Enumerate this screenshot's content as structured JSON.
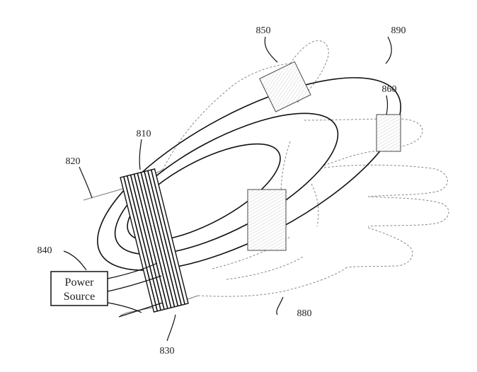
{
  "labels": {
    "r810": "810",
    "r820": "820",
    "r830": "830",
    "r840": "840",
    "r850": "850",
    "r860": "860",
    "r880": "880",
    "r890": "890"
  },
  "power_source": {
    "line1": "Power",
    "line2": "Source"
  }
}
